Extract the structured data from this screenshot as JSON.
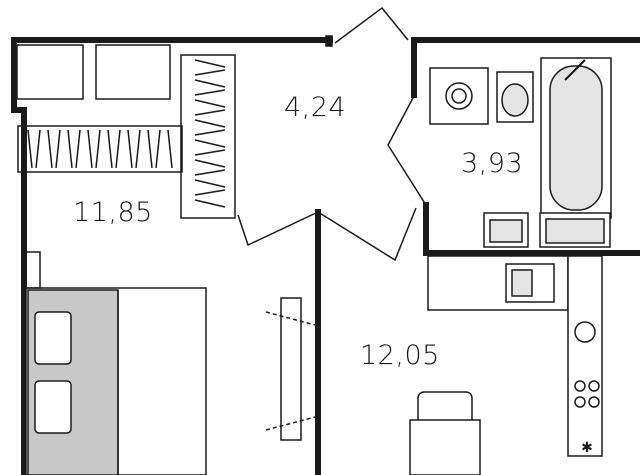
{
  "plan": {
    "rooms": [
      {
        "id": "living-room",
        "area": "11,85"
      },
      {
        "id": "hallway",
        "area": "4,24"
      },
      {
        "id": "bathroom",
        "area": "3,93"
      },
      {
        "id": "kitchen",
        "area": "12,05"
      }
    ]
  },
  "colors": {
    "wall": "#1a1a1a",
    "fixture_fill": "#e4e4e4",
    "bed_fill": "#c8c8c8",
    "background": "#ffffff"
  }
}
